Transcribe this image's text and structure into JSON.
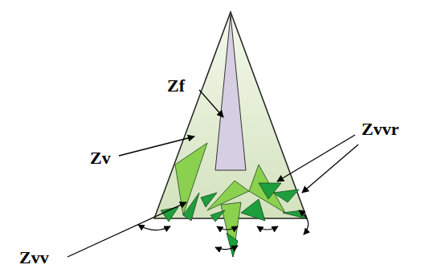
{
  "diagram": {
    "labels": [
      "Zf",
      "Zvvr",
      "Zv",
      "Zvv"
    ]
  }
}
